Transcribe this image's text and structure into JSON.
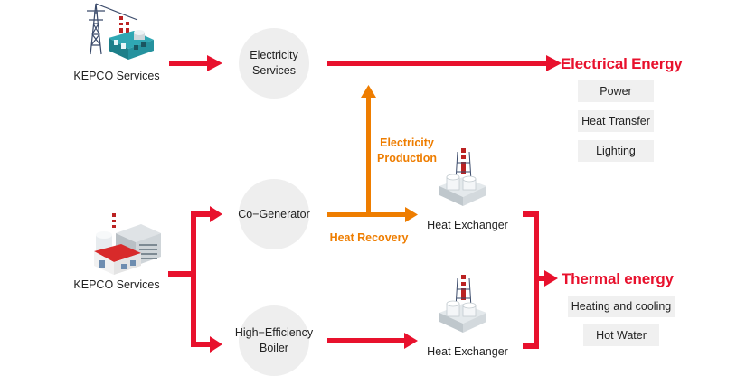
{
  "sources": {
    "top_label": "KEPCO Services",
    "bottom_label": "KEPCO Services"
  },
  "nodes": {
    "electricity_services": [
      "Electricity",
      "Services"
    ],
    "co_generator": "Co−Generator",
    "boiler": [
      "High−Efficiency",
      "Boiler"
    ],
    "heat_exchanger_1": "Heat Exchanger",
    "heat_exchanger_2": "Heat Exchanger"
  },
  "edge_labels": {
    "electricity_production": [
      "Electricity",
      "Production"
    ],
    "heat_recovery": "Heat Recovery"
  },
  "outputs": {
    "electrical": {
      "title": "Electrical Energy",
      "items": [
        "Power",
        "Heat Transfer",
        "Lighting"
      ]
    },
    "thermal": {
      "title": "Thermal energy",
      "items": [
        "Heating and cooling",
        "Hot Water"
      ]
    }
  },
  "colors": {
    "red": "#e8112d",
    "orange": "#ee7d00",
    "circle": "#eeeeee",
    "box": "#f0f0f0"
  },
  "icons": {
    "top_source": "power-plant-icon",
    "bottom_source": "factory-building-icon",
    "exchanger": "heat-exchanger-plant-icon"
  }
}
